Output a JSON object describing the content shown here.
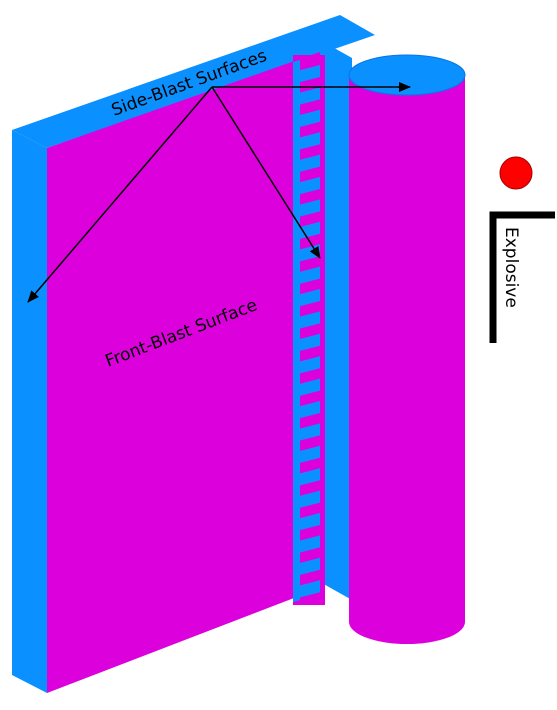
{
  "labels": {
    "side_blast": "Side-Blast Surfaces",
    "front_blast": "Front-Blast Surface",
    "explosive": "Explosive"
  },
  "colors": {
    "magenta": "#dc00dc",
    "blue": "#0a90ff",
    "blue_dark": "#0578e6",
    "explosive_red": "#ff0000",
    "arrow": "#000000"
  }
}
